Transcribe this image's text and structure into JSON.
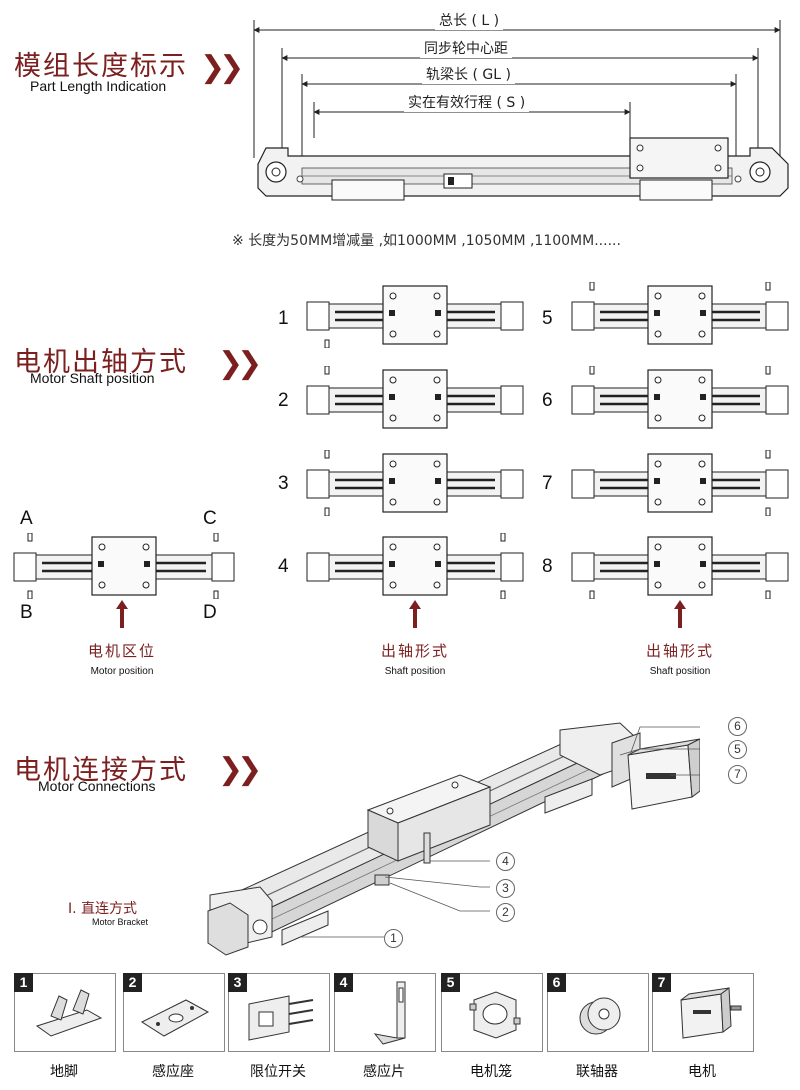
{
  "section1": {
    "title_cn": "模组长度标示",
    "title_en": "Part Length Indication",
    "dims": {
      "total": "总长 ( L )",
      "pulley": "同步轮中心距",
      "rail": "轨梁长 ( GL )",
      "stroke": "实在有效行程 ( S )"
    },
    "note": "※ 长度为50MM增减量 ,如1000MM ,1050MM ,1100MM......"
  },
  "section2": {
    "title_cn": "电机出轴方式",
    "title_en": "Motor Shaft position",
    "corners": [
      "A",
      "B",
      "C",
      "D"
    ],
    "left_numbers": [
      "1",
      "2",
      "3",
      "4"
    ],
    "right_numbers": [
      "5",
      "6",
      "7",
      "8"
    ],
    "captions": [
      {
        "cn": "电机区位",
        "en": "Motor position"
      },
      {
        "cn": "出轴形式",
        "en": "Shaft position"
      },
      {
        "cn": "出轴形式",
        "en": "Shaft position"
      }
    ]
  },
  "section3": {
    "title_cn": "电机连接方式",
    "title_en": "Motor Connections",
    "sub_cn": "I. 直连方式",
    "sub_en": "Motor Bracket",
    "callouts": [
      "1",
      "2",
      "3",
      "4",
      "5",
      "6",
      "7"
    ]
  },
  "parts": [
    {
      "num": "1",
      "label": "地脚",
      "icon": "foot-bracket-icon"
    },
    {
      "num": "2",
      "label": "感应座",
      "icon": "sensor-seat-icon"
    },
    {
      "num": "3",
      "label": "限位开关",
      "icon": "limit-switch-icon"
    },
    {
      "num": "4",
      "label": "感应片",
      "icon": "sensor-plate-icon"
    },
    {
      "num": "5",
      "label": "电机笼",
      "icon": "motor-cage-icon"
    },
    {
      "num": "6",
      "label": "联轴器",
      "icon": "coupling-icon"
    },
    {
      "num": "7",
      "label": "电机",
      "icon": "motor-icon"
    }
  ],
  "colors": {
    "accent": "#7b1f1f",
    "line": "#222222"
  }
}
